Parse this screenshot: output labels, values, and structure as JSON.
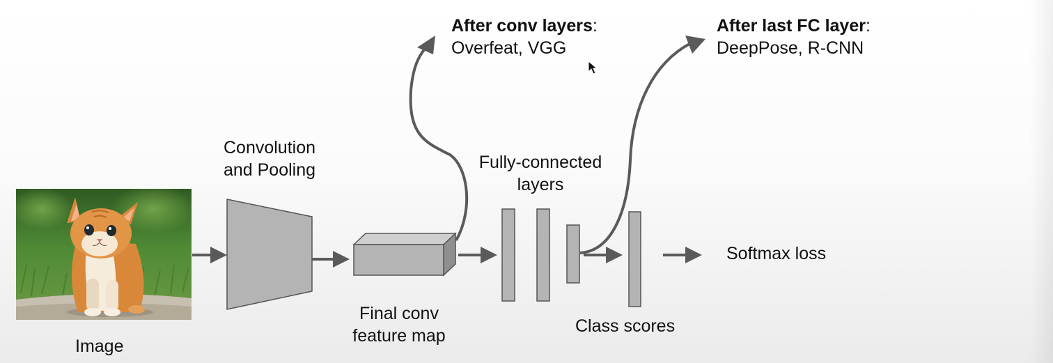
{
  "colors": {
    "block_fill": "#b4b4b4",
    "block_top": "#cfcfcf",
    "block_side": "#8f8f8f",
    "stroke": "#555555",
    "arrow": "#5a5a5a",
    "text": "#111111"
  },
  "labels": {
    "image": "Image",
    "conv_pool_line1": "Convolution",
    "conv_pool_line2": "and Pooling",
    "final_conv_line1": "Final conv",
    "final_conv_line2": "feature map",
    "fc_line1": "Fully-connected",
    "fc_line2": "layers",
    "class_scores": "Class scores",
    "softmax": "Softmax loss"
  },
  "annotations": {
    "conv": {
      "title": "After conv layers",
      "suffix": ":",
      "detail": "Overfeat, VGG"
    },
    "fc": {
      "title": "After last FC layer",
      "suffix": ":",
      "detail": "DeepPose, R-CNN"
    }
  },
  "icons": {
    "image": "kitten-photo-icon",
    "cursor": "mouse-cursor-icon"
  }
}
